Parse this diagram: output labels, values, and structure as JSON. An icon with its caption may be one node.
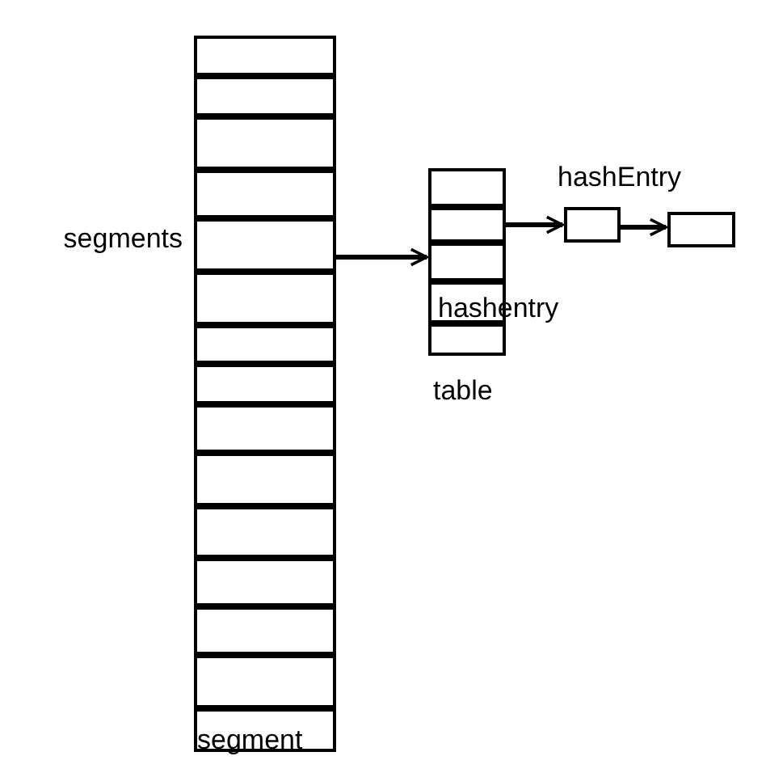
{
  "diagram": {
    "nodes": [
      {
        "text": [
          "segments"
        ]
      },
      {
        "text": [],
        "shape": "box",
        "in": 0
      },
      {
        "text": [],
        "shape": "box",
        "in": 0
      },
      {
        "text": [],
        "shape": "box",
        "in": 0
      },
      {
        "text": [],
        "shape": "box",
        "in": 0
      },
      {
        "text": [],
        "shape": "box",
        "in": 0
      },
      {
        "text": [],
        "shape": "box",
        "in": 0
      },
      {
        "text": [],
        "shape": "box",
        "in": 0
      },
      {
        "text": [],
        "shape": "box",
        "in": 0
      },
      {
        "text": [],
        "shape": "box",
        "in": 0
      },
      {
        "text": [],
        "shape": "box",
        "in": 0
      },
      {
        "text": [],
        "shape": "box",
        "in": 0
      },
      {
        "text": [],
        "shape": "box",
        "in": 0
      },
      {
        "text": [],
        "shape": "box",
        "in": 0
      },
      {
        "text": [],
        "shape": "box",
        "in": 0
      },
      {
        "text": [
          "segment"
        ],
        "in": 0
      },
      {
        "text": [
          "table"
        ]
      },
      {
        "text": [],
        "shape": "box",
        "in": 16
      },
      {
        "text": [],
        "shape": "box",
        "in": 16
      },
      {
        "text": [],
        "shape": "box",
        "in": 16
      },
      {
        "text": [],
        "shape": "box",
        "in": 16
      },
      {
        "text": [],
        "shape": "box",
        "in": 16
      },
      {
        "text": [],
        "shape": "box"
      },
      {
        "text": [],
        "shape": "box"
      }
    ],
    "edges": [
      {
        "from": 5,
        "to": 19,
        "arrow": "to"
      },
      {
        "from": 18,
        "to": 22,
        "arrow": "to"
      },
      {
        "from": 22,
        "to": 23,
        "arrow": "to"
      }
    ],
    "labels": [
      "hashEntry",
      "hashentry"
    ]
  }
}
